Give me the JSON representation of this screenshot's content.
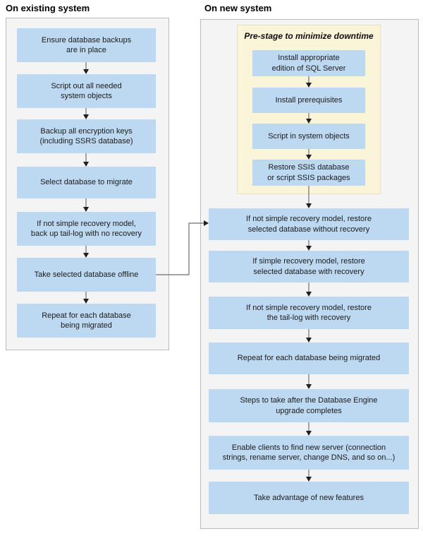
{
  "colors": {
    "step_fill": "#bdd9f1",
    "prestage_fill": "#faf4d8",
    "panel_fill": "#f4f4f4",
    "arrow_line": "#6e6e6e",
    "arrow_head": "#1f1f1f"
  },
  "existing_system": {
    "title": "On existing system",
    "steps": [
      "Ensure database backups\nare in place",
      "Script out all needed\nsystem objects",
      "Backup all encryption keys\n(including SSRS database)",
      "Select database to migrate",
      "If not simple recovery model,\nback up tail-log with no recovery",
      "Take selected database offline",
      "Repeat for each database\nbeing migrated"
    ]
  },
  "new_system": {
    "title": "On new system",
    "prestage": {
      "title": "Pre-stage to minimize downtime",
      "steps": [
        "Install appropriate\nedition of SQL Server",
        "Install prerequisites",
        "Script in system objects",
        "Restore SSIS database\nor script SSIS packages"
      ]
    },
    "steps": [
      "If not simple recovery model, restore\nselected database without recovery",
      "If simple recovery model, restore\nselected database with recovery",
      "If not simple recovery model, restore\nthe tail-log with recovery",
      "Repeat for each database being migrated",
      "Steps to take after the Database Engine\nupgrade completes",
      "Enable clients to find new server (connection\nstrings, rename server, change DNS, and so on...)",
      "Take advantage of new features"
    ]
  }
}
